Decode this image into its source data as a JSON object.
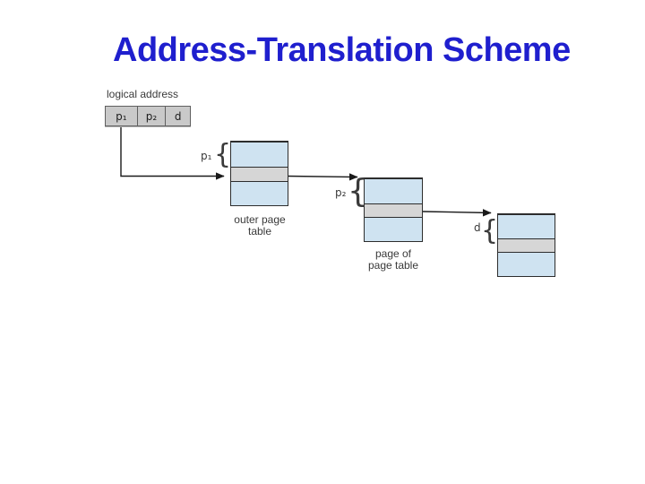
{
  "slide": {
    "title": "Address-Translation Scheme"
  },
  "colors": {
    "title_blue": "#1f1fce",
    "table_fill_blue": "#cfe3f1",
    "selected_row_gray": "#d6d6d6",
    "address_box_gray": "#c9c9c9",
    "connector_black": "#1a1a1a",
    "label_gray": "#3a3a3a"
  },
  "diagram": {
    "logical_address_label": "logical address",
    "address_cells": [
      "p₁",
      "p₂",
      "d"
    ],
    "pointer_p1": "p₁",
    "pointer_p2": "p₂",
    "pointer_d": "d",
    "brace": "{",
    "outer_table_caption": [
      "outer page",
      "table"
    ],
    "page_table_caption": [
      "page of",
      "page table"
    ]
  }
}
